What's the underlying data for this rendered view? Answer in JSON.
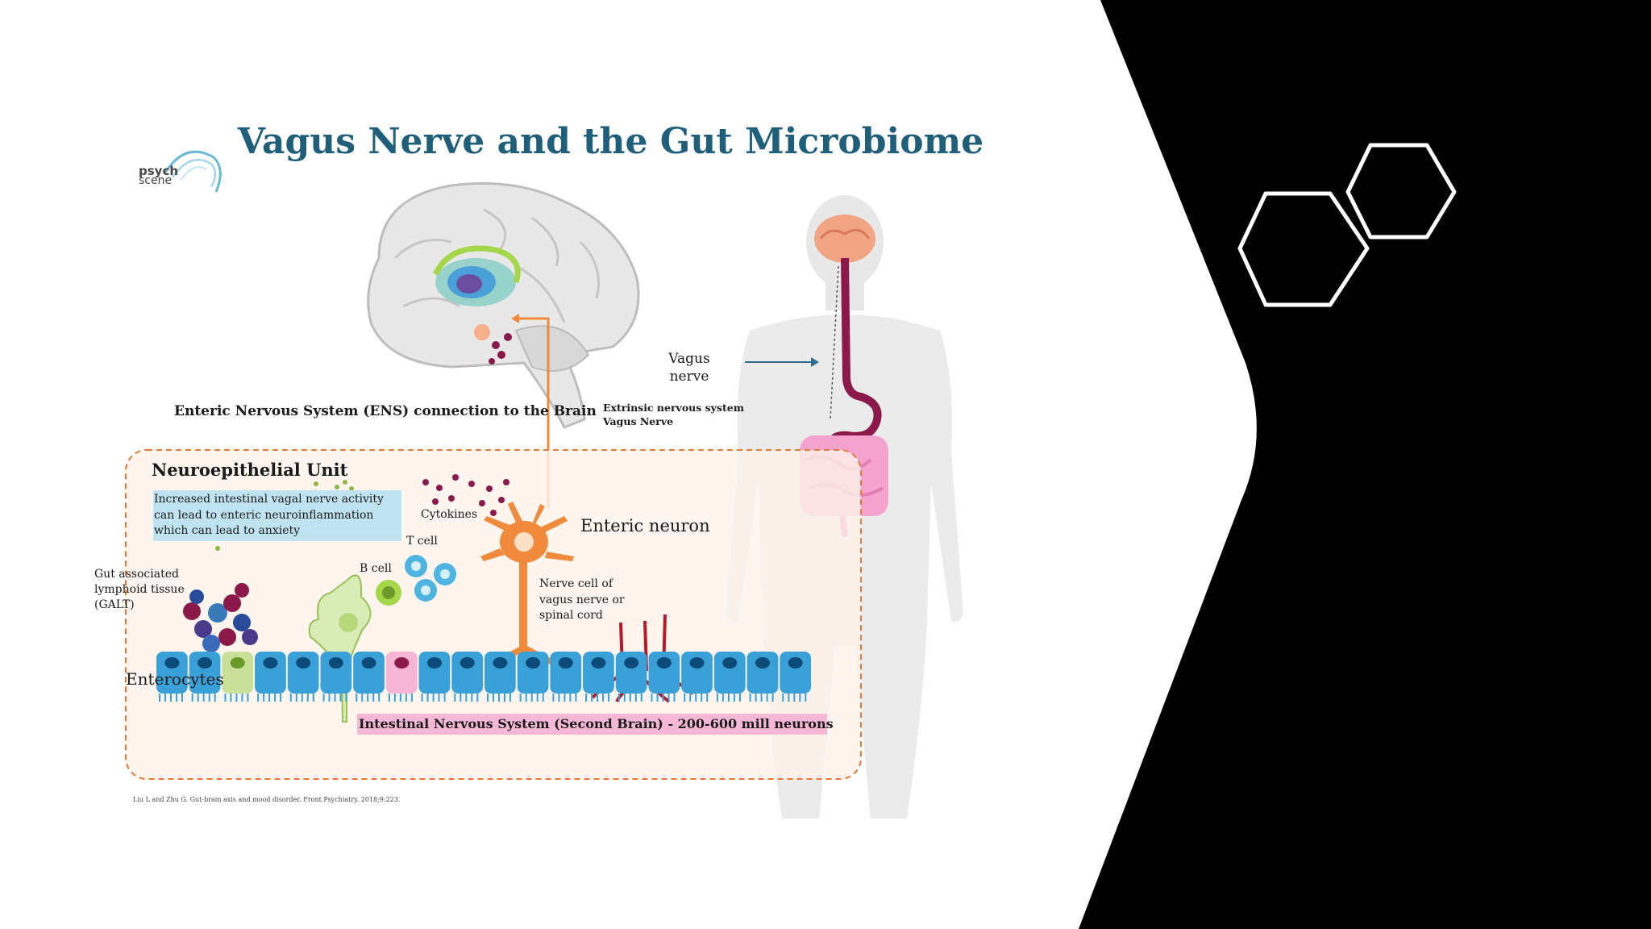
{
  "diagram": {
    "title": "Vagus Nerve and the Gut Microbiome",
    "logo_text": "psych",
    "logo_subtext": "scene",
    "ens_label": "Enteric Nervous System (ENS) connection to the Brain",
    "vagus_label": "Vagus nerve",
    "extrinsic_line1": "Extrinsic nervous system",
    "extrinsic_line2": "Vagus Nerve",
    "neuro_title": "Neuroepithelial Unit",
    "highlight_text": "Increased intestinal vagal nerve activity can lead to enteric neuroinflammation which can lead to anxiety",
    "cytokines": "Cytokines",
    "tcell": "T cell",
    "bcell": "B cell",
    "enteric_neuron": "Enteric neuron",
    "nerve_cell": "Nerve cell of vagus nerve or spinal cord",
    "galt": "Gut associated lymphoid tissue (GALT)",
    "enterocytes": "Enterocytes",
    "intestinal_label": "Intestinal Nervous System (Second Brain) - 200-600 mill neurons",
    "citation": "Liu L and Zhu G. Gut-brain axis and mood disorder. Front Psychiatry. 2018;9:223."
  },
  "colors": {
    "title": "#1f5f7a",
    "background_right": "#000000",
    "box_border": "#e07a3a",
    "box_fill": "#fdf3ea",
    "vagus_nerve": "#8b1a4a",
    "enteric_neuron": "#f08a3c",
    "enterocytes": "#3aa0d8",
    "highlight": "#bfe3f0",
    "intestinal_highlight": "#f7b8d6"
  }
}
